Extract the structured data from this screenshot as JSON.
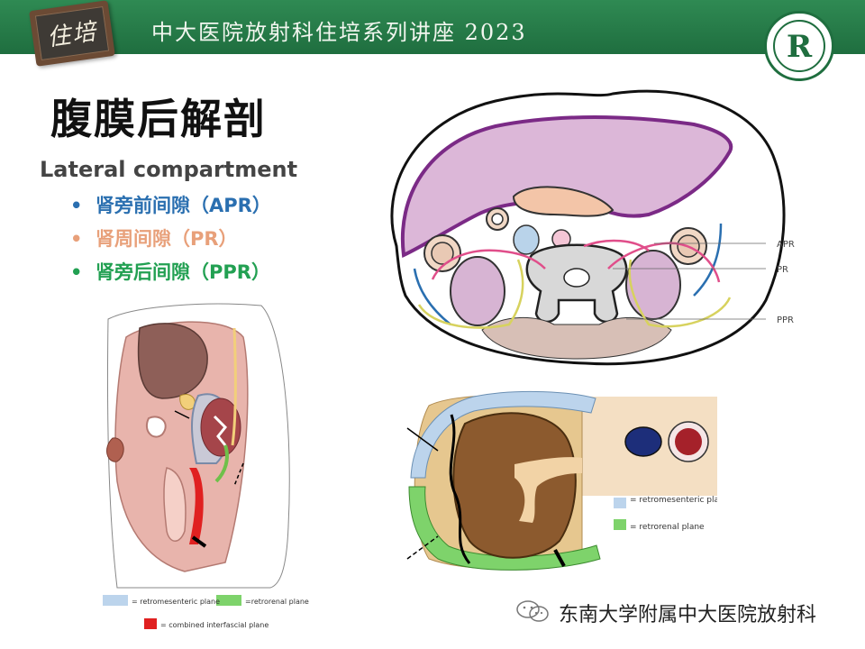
{
  "header": {
    "badge_text": "住培",
    "title": "中大医院放射科住培系列讲座 2023",
    "logo_letter": "R",
    "colors": {
      "bar": "#2a7d4a"
    }
  },
  "slide": {
    "title": "腹膜后解剖",
    "subhead": "Lateral compartment",
    "bullets": [
      {
        "text": "肾旁前间隙（APR）",
        "color": "#2a6fb0"
      },
      {
        "text": "肾周间隙（PR）",
        "color": "#e8a07a"
      },
      {
        "text": "肾旁后间隙（PPR）",
        "color": "#22a052"
      }
    ]
  },
  "figure_top": {
    "labels": {
      "apr": "APR",
      "pr": "PR",
      "ppr": "PPR"
    }
  },
  "figure_bottom_right": {
    "legend": {
      "retromesenteric": "= retromesenteric plane",
      "retrorenal": "= retrorenal plane"
    }
  },
  "figure_left": {
    "legend": {
      "retromesenteric": "= retromesenteric plane",
      "retrorenal": "=retrorenal plane",
      "combined": "= combined interfascial plane"
    }
  },
  "watermark": {
    "icon": "wechat-icon",
    "text": "东南大学附属中大医院放射科"
  }
}
